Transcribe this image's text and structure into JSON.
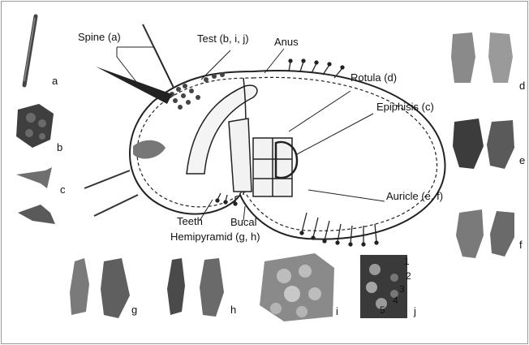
{
  "diagram": {
    "labels": {
      "spine": "Spine (a)",
      "test": "Test (b, i, j)",
      "anus": "Anus",
      "rotula": "Rotula (d)",
      "epiphisis": "Epiphisis (c)",
      "auricle": "Auricle (e, f)",
      "teeth": "Teeth",
      "bucal": "Bucal",
      "hemipyramid": "Hemipyramid (g, h)"
    },
    "specimen_letters": {
      "a": "a",
      "b": "b",
      "c": "c",
      "d": "d",
      "e": "e",
      "f": "f",
      "g": "g",
      "h": "h",
      "i": "i",
      "j": "j"
    },
    "plate_numbers": [
      "1",
      "2",
      "3",
      "4",
      "5"
    ]
  }
}
